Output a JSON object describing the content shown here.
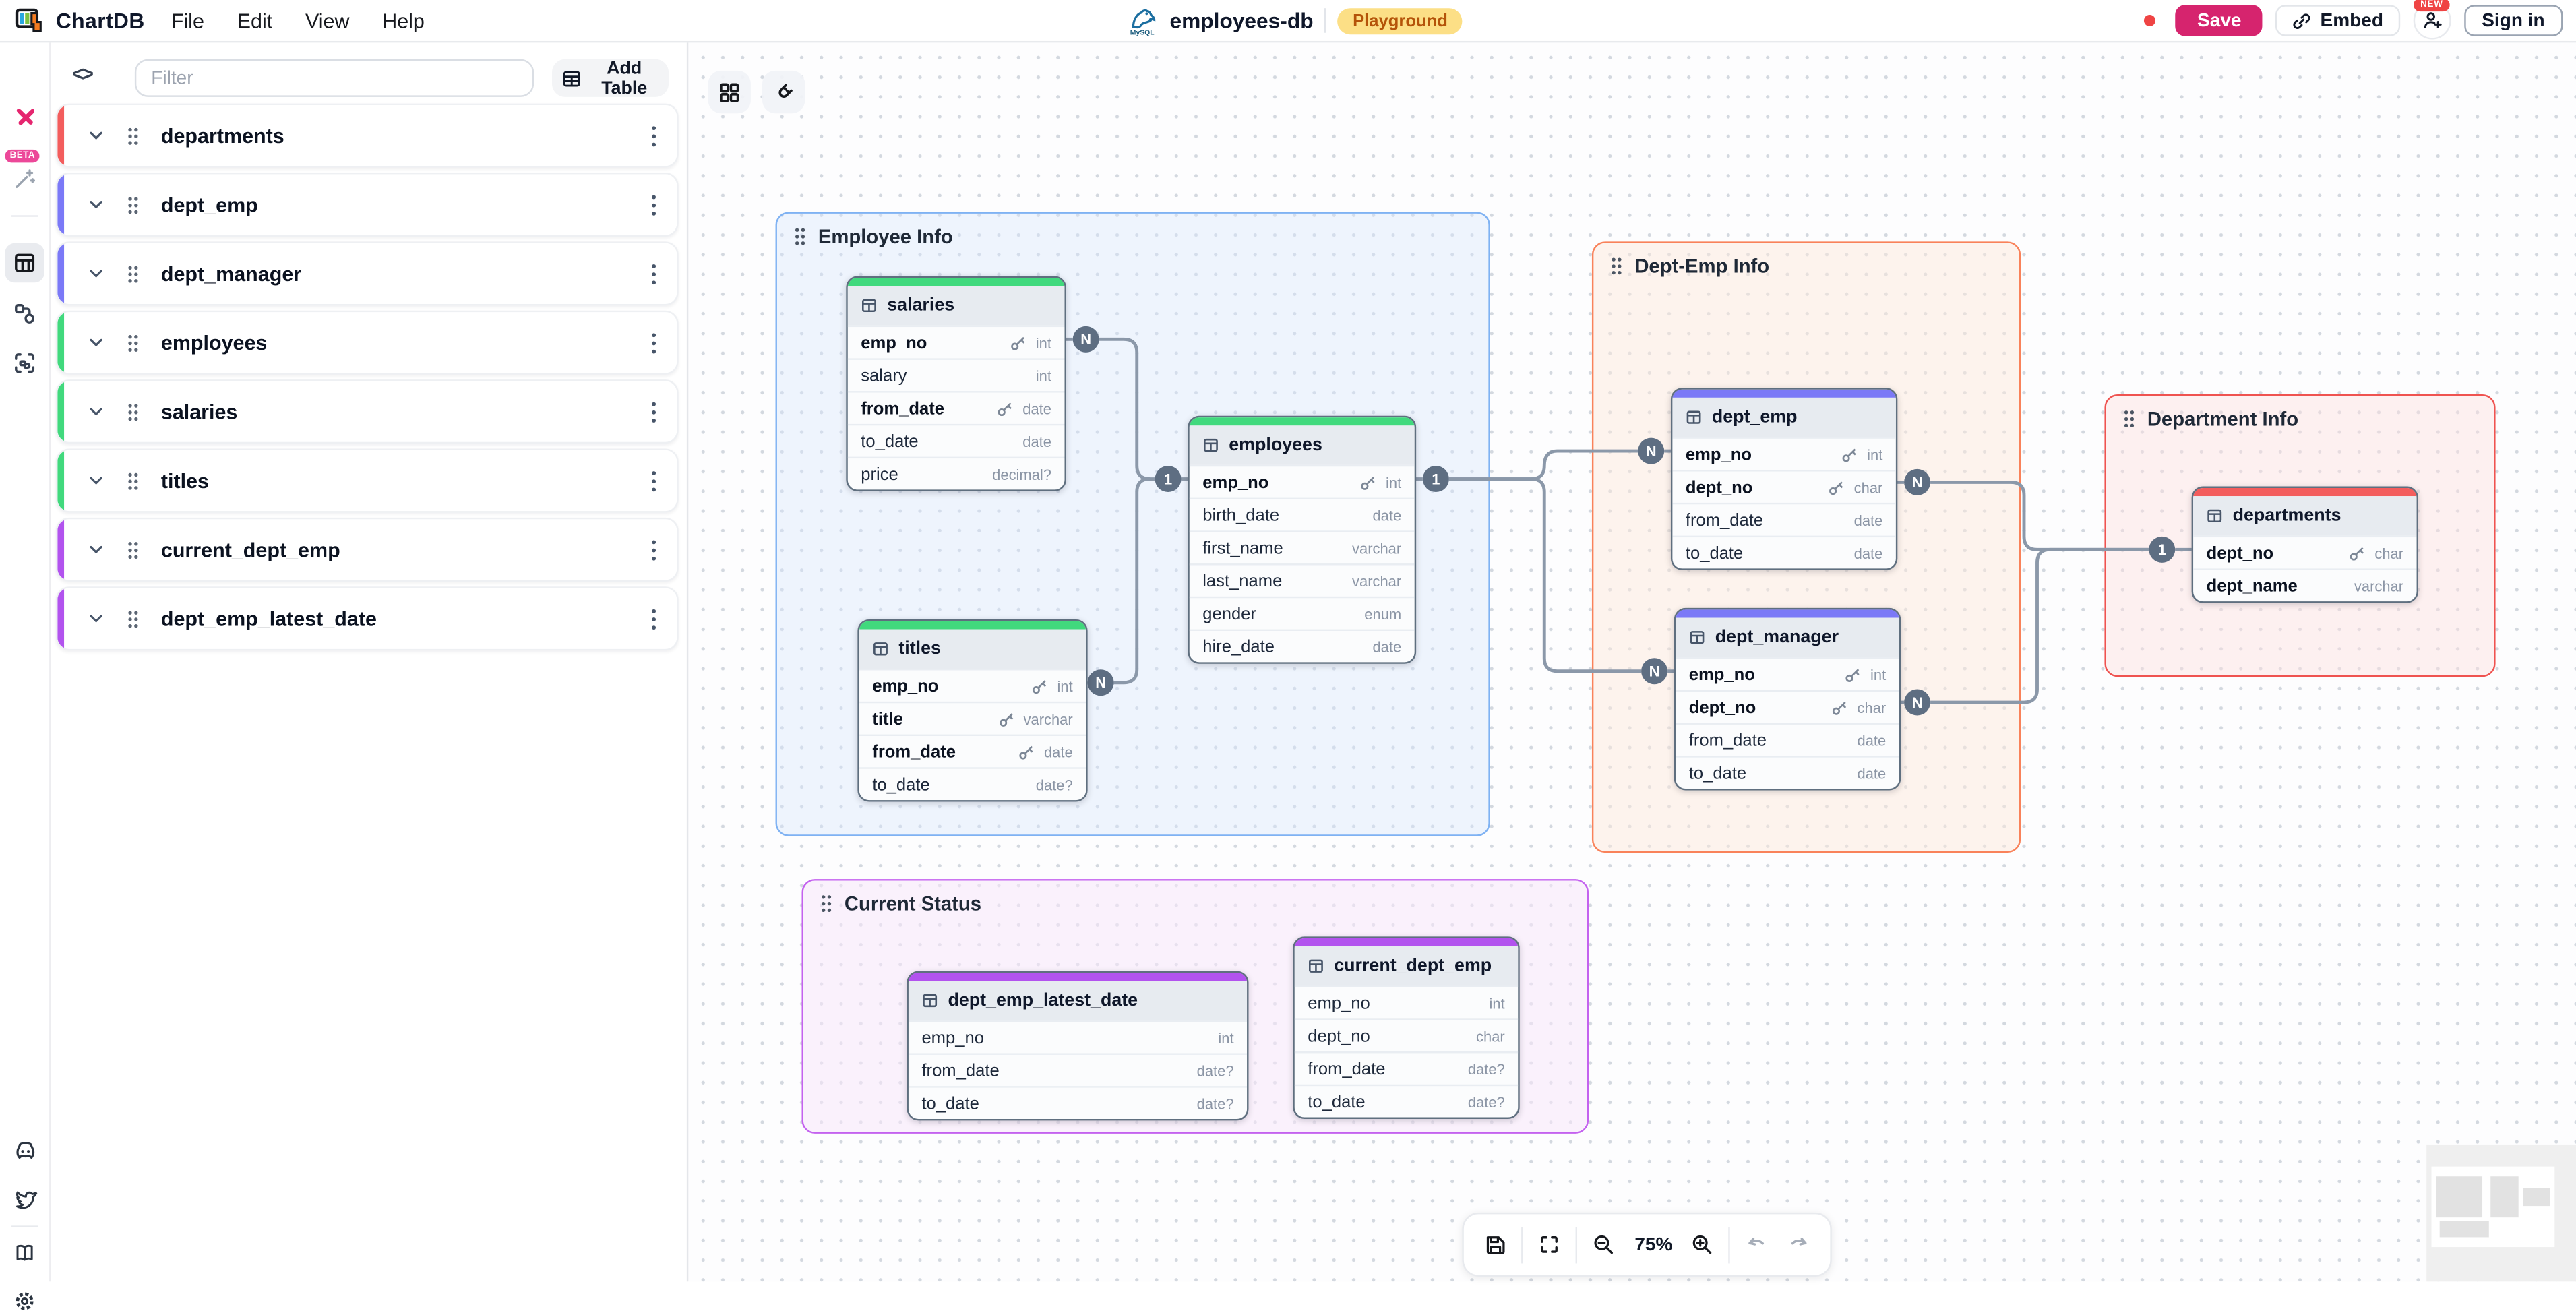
{
  "header": {
    "app_name": "ChartDB",
    "menus": [
      {
        "label": "File"
      },
      {
        "label": "Edit"
      },
      {
        "label": "View"
      },
      {
        "label": "Help"
      }
    ],
    "db_engine": "MySQL",
    "diagram_name": "employees-db",
    "environment_badge": "Playground",
    "save_label": "Save",
    "embed_label": "Embed",
    "new_badge": "NEW",
    "sign_in_label": "Sign in",
    "unsaved_dot_color": "#ef4444",
    "save_button_color": "#d6246e"
  },
  "sidebar": {
    "beta_label": "BETA",
    "filter_placeholder": "Filter",
    "add_table_label": "Add Table",
    "tables": [
      {
        "name": "departments",
        "color": "#f35d5d"
      },
      {
        "name": "dept_emp",
        "color": "#7b79f7"
      },
      {
        "name": "dept_manager",
        "color": "#7b79f7"
      },
      {
        "name": "employees",
        "color": "#41d97d"
      },
      {
        "name": "salaries",
        "color": "#41d97d"
      },
      {
        "name": "titles",
        "color": "#41d97d"
      },
      {
        "name": "current_dept_emp",
        "color": "#b253ee"
      },
      {
        "name": "dept_emp_latest_date",
        "color": "#b253ee"
      }
    ]
  },
  "canvas": {
    "groups": [
      {
        "label": "Employee Info",
        "color": "#7fb2f3"
      },
      {
        "label": "Dept-Emp Info",
        "color": "#f9825a"
      },
      {
        "label": "Department Info",
        "color": "#ef5350"
      },
      {
        "label": "Current Status",
        "color": "#c462ef"
      }
    ],
    "tables": [
      {
        "name": "salaries",
        "color": "#41d97d",
        "fields": [
          {
            "name": "emp_no",
            "type": "int",
            "key": true
          },
          {
            "name": "salary",
            "type": "int",
            "key": false
          },
          {
            "name": "from_date",
            "type": "date",
            "key": true
          },
          {
            "name": "to_date",
            "type": "date",
            "key": false
          },
          {
            "name": "price",
            "type": "decimal?",
            "key": false
          }
        ]
      },
      {
        "name": "employees",
        "color": "#41d97d",
        "fields": [
          {
            "name": "emp_no",
            "type": "int",
            "key": true
          },
          {
            "name": "birth_date",
            "type": "date",
            "key": false
          },
          {
            "name": "first_name",
            "type": "varchar",
            "key": false
          },
          {
            "name": "last_name",
            "type": "varchar",
            "key": false
          },
          {
            "name": "gender",
            "type": "enum",
            "key": false
          },
          {
            "name": "hire_date",
            "type": "date",
            "key": false
          }
        ]
      },
      {
        "name": "titles",
        "color": "#41d97d",
        "fields": [
          {
            "name": "emp_no",
            "type": "int",
            "key": true
          },
          {
            "name": "title",
            "type": "varchar",
            "key": true
          },
          {
            "name": "from_date",
            "type": "date",
            "key": true
          },
          {
            "name": "to_date",
            "type": "date?",
            "key": false
          }
        ]
      },
      {
        "name": "dept_emp",
        "color": "#7b79f7",
        "fields": [
          {
            "name": "emp_no",
            "type": "int",
            "key": true
          },
          {
            "name": "dept_no",
            "type": "char",
            "key": true
          },
          {
            "name": "from_date",
            "type": "date",
            "key": false
          },
          {
            "name": "to_date",
            "type": "date",
            "key": false
          }
        ]
      },
      {
        "name": "dept_manager",
        "color": "#7b79f7",
        "fields": [
          {
            "name": "emp_no",
            "type": "int",
            "key": true
          },
          {
            "name": "dept_no",
            "type": "char",
            "key": true
          },
          {
            "name": "from_date",
            "type": "date",
            "key": false
          },
          {
            "name": "to_date",
            "type": "date",
            "key": false
          }
        ]
      },
      {
        "name": "departments",
        "color": "#f35d5d",
        "fields": [
          {
            "name": "dept_no",
            "type": "char",
            "key": true
          },
          {
            "name": "dept_name",
            "type": "varchar",
            "key": false
          }
        ]
      },
      {
        "name": "dept_emp_latest_date",
        "color": "#b253ee",
        "fields": [
          {
            "name": "emp_no",
            "type": "int",
            "key": false
          },
          {
            "name": "from_date",
            "type": "date?",
            "key": false
          },
          {
            "name": "to_date",
            "type": "date?",
            "key": false
          }
        ]
      },
      {
        "name": "current_dept_emp",
        "color": "#b253ee",
        "fields": [
          {
            "name": "emp_no",
            "type": "int",
            "key": false
          },
          {
            "name": "dept_no",
            "type": "char",
            "key": false
          },
          {
            "name": "from_date",
            "type": "date?",
            "key": false
          },
          {
            "name": "to_date",
            "type": "date?",
            "key": false
          }
        ]
      }
    ],
    "badges": [
      {
        "label": "N"
      },
      {
        "label": "N"
      },
      {
        "label": "1"
      },
      {
        "label": "1"
      },
      {
        "label": "N"
      },
      {
        "label": "N"
      },
      {
        "label": "N"
      },
      {
        "label": "N"
      },
      {
        "label": "1"
      }
    ],
    "relationships": [
      {
        "from": "salaries.emp_no",
        "to": "employees.emp_no",
        "cardinality": "N:1"
      },
      {
        "from": "titles.emp_no",
        "to": "employees.emp_no",
        "cardinality": "N:1"
      },
      {
        "from": "dept_emp.emp_no",
        "to": "employees.emp_no",
        "cardinality": "N:1"
      },
      {
        "from": "dept_manager.emp_no",
        "to": "employees.emp_no",
        "cardinality": "N:1"
      },
      {
        "from": "dept_emp.dept_no",
        "to": "departments.dept_no",
        "cardinality": "N:1"
      },
      {
        "from": "dept_manager.dept_no",
        "to": "departments.dept_no",
        "cardinality": "N:1"
      }
    ]
  },
  "toolbar": {
    "zoom_level": "75%"
  }
}
